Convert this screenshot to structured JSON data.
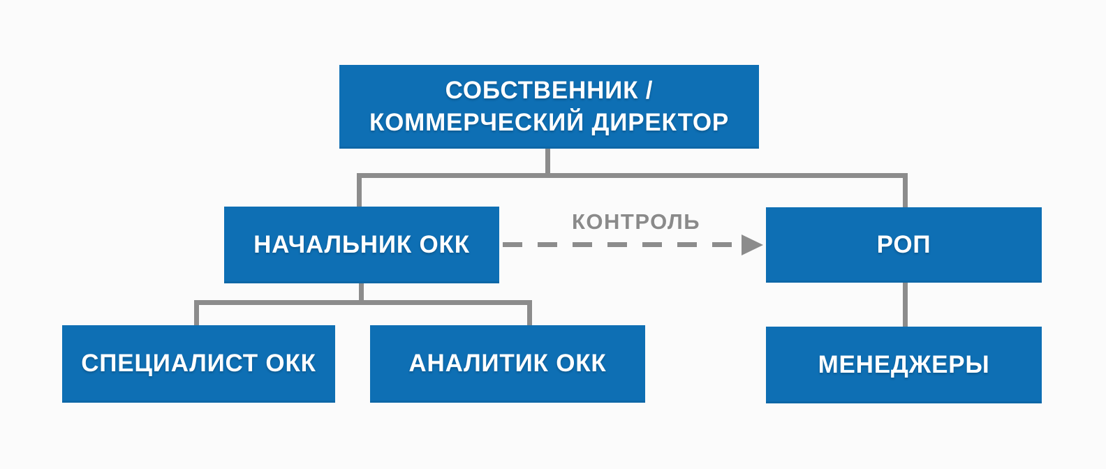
{
  "diagram": {
    "type": "org-chart",
    "nodes": {
      "owner": {
        "line1": "СОБСТВЕННИК /",
        "line2": "КОММЕРЧЕСКИЙ ДИРЕКТОР"
      },
      "okk_head": {
        "label": "НАЧАЛЬНИК ОКК"
      },
      "rop": {
        "label": "РОП"
      },
      "specialist": {
        "label": "СПЕЦИАЛИСТ ОКК"
      },
      "analyst": {
        "label": "АНАЛИТИК ОКК"
      },
      "managers": {
        "label": "МЕНЕДЖЕРЫ"
      }
    },
    "edges": [
      {
        "from": "owner",
        "to": "okk_head",
        "type": "solid"
      },
      {
        "from": "owner",
        "to": "rop",
        "type": "solid"
      },
      {
        "from": "okk_head",
        "to": "specialist",
        "type": "solid"
      },
      {
        "from": "okk_head",
        "to": "analyst",
        "type": "solid"
      },
      {
        "from": "rop",
        "to": "managers",
        "type": "solid"
      },
      {
        "from": "okk_head",
        "to": "rop",
        "type": "dashed-arrow",
        "label": "КОНТРОЛЬ"
      }
    ],
    "colors": {
      "node_fill": "#0e6fb4",
      "node_text": "#ffffff",
      "connector": "#8c8c8c",
      "control_label_text": "#8a8a8a",
      "background": "#fbfbfb"
    }
  }
}
